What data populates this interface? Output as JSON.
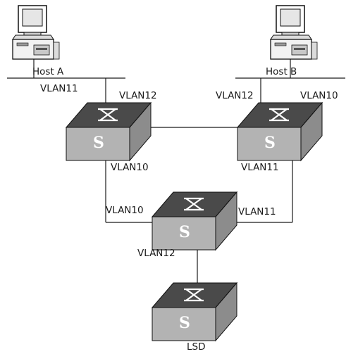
{
  "hosts": [
    {
      "label": "Host A"
    },
    {
      "label": "Host B"
    }
  ],
  "switches": [
    {
      "symbol": "S",
      "icon": "switch-icon"
    },
    {
      "symbol": "S",
      "icon": "switch-icon"
    },
    {
      "symbol": "S",
      "icon": "switch-icon"
    },
    {
      "symbol": "S",
      "icon": "switch-icon"
    }
  ],
  "labels": {
    "host_a_vlan": "VLAN11",
    "sw_a_up": "VLAN12",
    "sw_b_left": "VLAN12",
    "sw_b_right": "VLAN10",
    "sw_a_down": "VLAN10",
    "sw_b_down": "VLAN11",
    "sw_c_left": "VLAN10",
    "sw_c_right": "VLAN11",
    "sw_c_down": "VLAN12",
    "lsd": "LSD"
  },
  "colors": {
    "switch_top": "#4a4a4a",
    "switch_front": "#b3b3b3",
    "switch_side": "#8c8c8c",
    "line": "#1a1a1a"
  }
}
